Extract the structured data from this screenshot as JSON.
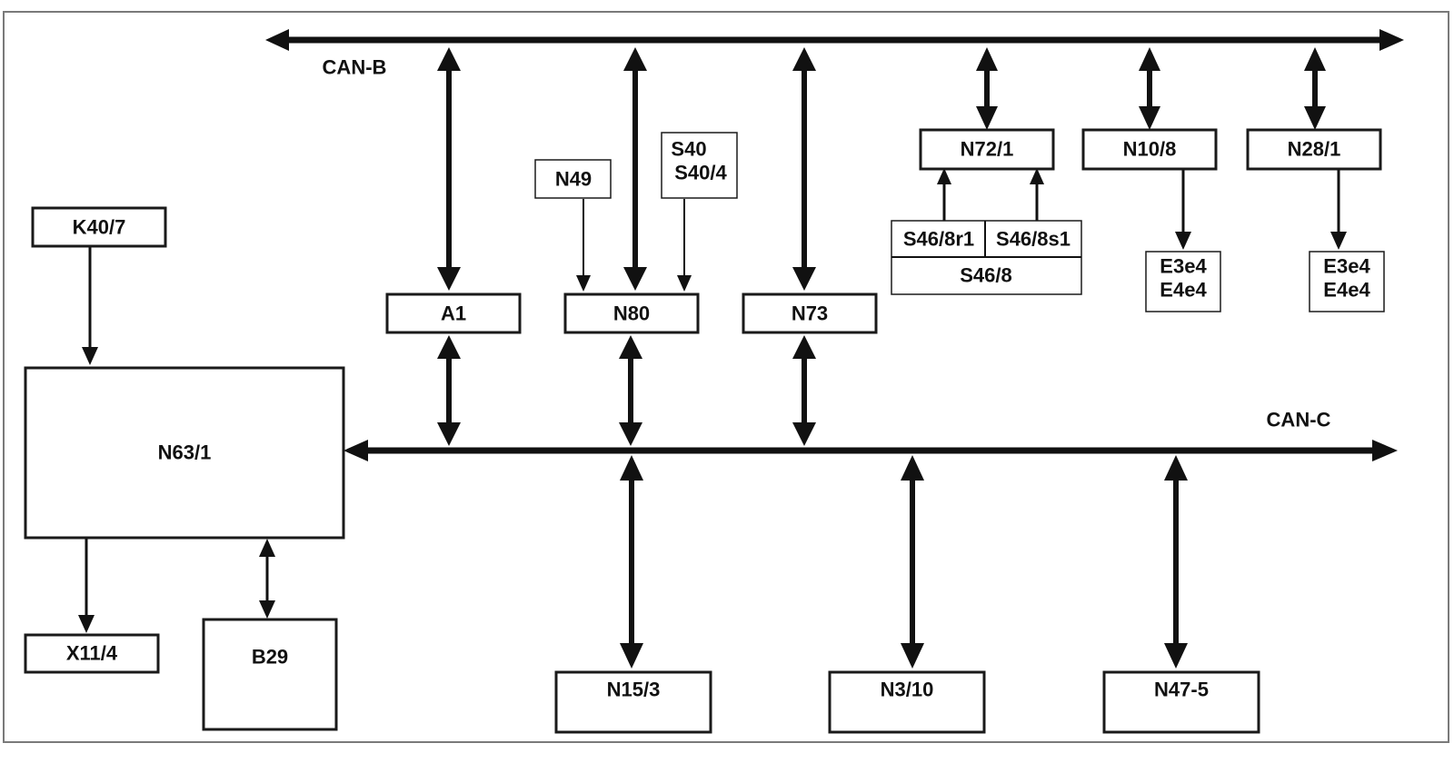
{
  "buses": {
    "can_b": "CAN-B",
    "can_c": "CAN-C"
  },
  "modules": {
    "k40_7": "K40/7",
    "n63_1": "N63/1",
    "x11_4": "X11/4",
    "b29": "B29",
    "a1": "A1",
    "n80": "N80",
    "n73": "N73",
    "n49": "N49",
    "s40_line1": "S40",
    "s40_line2": "S40/4",
    "n72_1": "N72/1",
    "n10_8": "N10/8",
    "n28_1": "N28/1",
    "s46_8r1": "S46/8r1",
    "s46_8s1": "S46/8s1",
    "s46_8": "S46/8",
    "n10_lamps_line1": "E3e4",
    "n10_lamps_line2": "E4e4",
    "n28_lamps_line1": "E3e4",
    "n28_lamps_line2": "E4e4",
    "n15_3": "N15/3",
    "n3_10": "N3/10",
    "n47_5": "N47-5"
  }
}
